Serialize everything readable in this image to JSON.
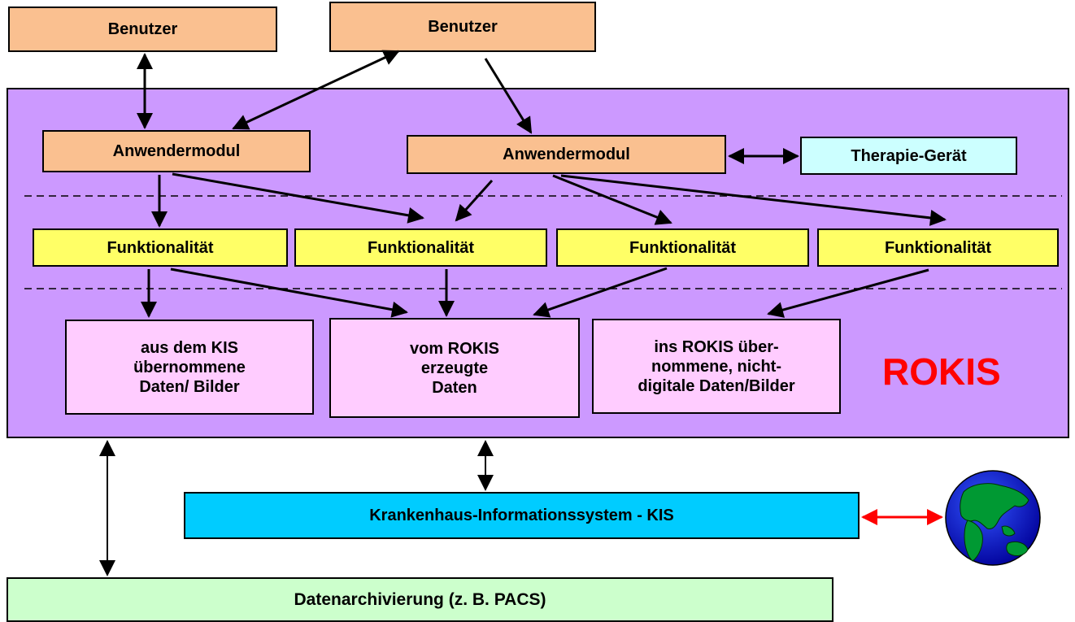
{
  "users": [
    "Benutzer",
    "Benutzer"
  ],
  "modules": [
    "Anwendermodul",
    "Anwendermodul"
  ],
  "device": "Therapie-Gerät",
  "functions": [
    "Funktionalität",
    "Funktionalität",
    "Funktionalität",
    "Funktionalität"
  ],
  "data_boxes": [
    "aus dem KIS\nübernommene\nDaten/ Bilder",
    "vom ROKIS\nerzeugte\nDaten",
    "ins ROKIS über-\nnommene, nicht-\ndigitale Daten/Bilder"
  ],
  "system_label": "ROKIS",
  "kis": "Krankenhaus-Informationssystem - KIS",
  "archive": "Datenarchivierung (z. B. PACS)",
  "colors": {
    "orange": "#fac090",
    "purple": "#cc99ff",
    "yellow": "#ffff66",
    "pink": "#ffccff",
    "cyan": "#ccffff",
    "blue": "#00ccff",
    "green": "#ccffcc",
    "red": "#ff0000"
  },
  "icons": {
    "globe": "globe-icon"
  }
}
